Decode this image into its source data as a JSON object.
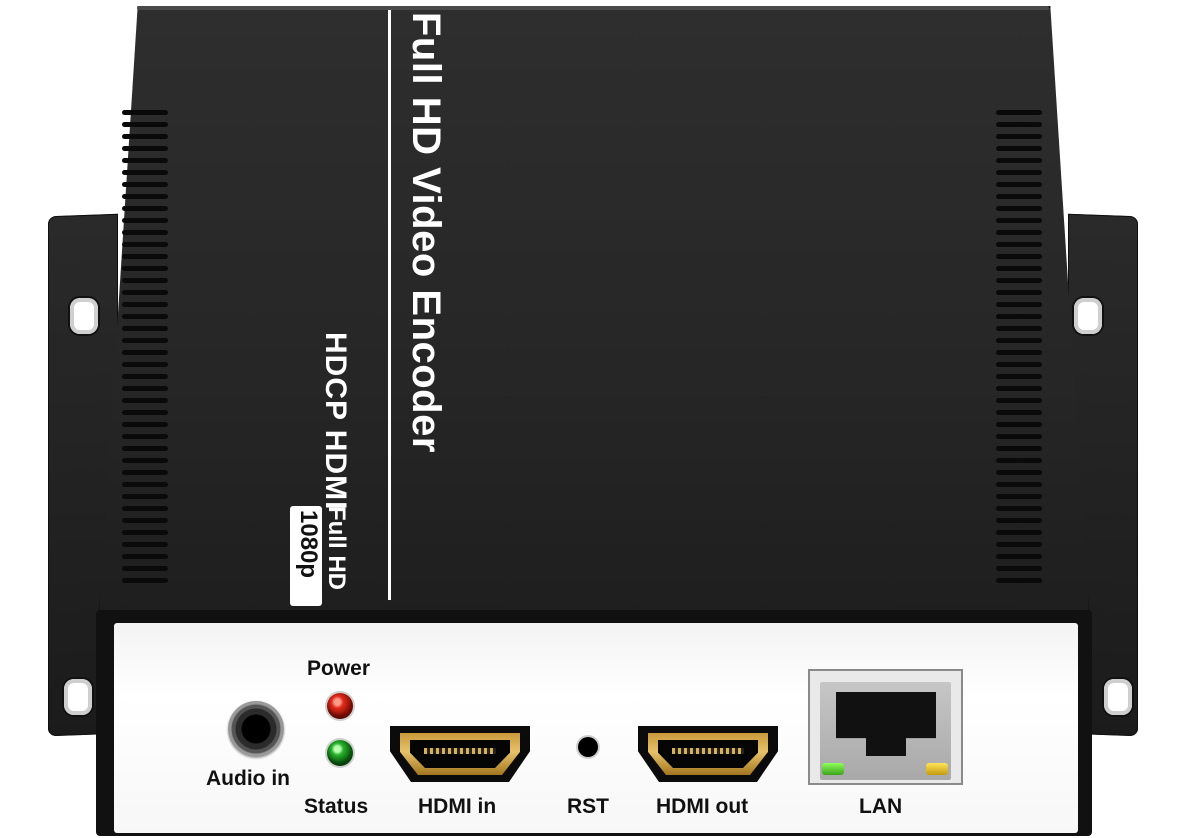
{
  "product": {
    "title": "Full HD Video Encoder",
    "subtitle": "HDCP HDMI",
    "badge_top": "Full HD",
    "badge_bottom": "1080p"
  },
  "ports": {
    "power": "Power",
    "status": "Status",
    "audio_in": "Audio in",
    "hdmi_in": "HDMI in",
    "rst": "RST",
    "hdmi_out": "HDMI out",
    "lan": "LAN"
  },
  "colors": {
    "chassis": "#262626",
    "front_panel": "#ffffff",
    "power_led": "#e02a1b",
    "status_led": "#27b02a",
    "hdmi_gold": "#e6c26b"
  },
  "icons": {
    "audio": "audio-jack-icon",
    "hdmi": "hdmi-port-icon",
    "lan": "rj45-port-icon"
  }
}
